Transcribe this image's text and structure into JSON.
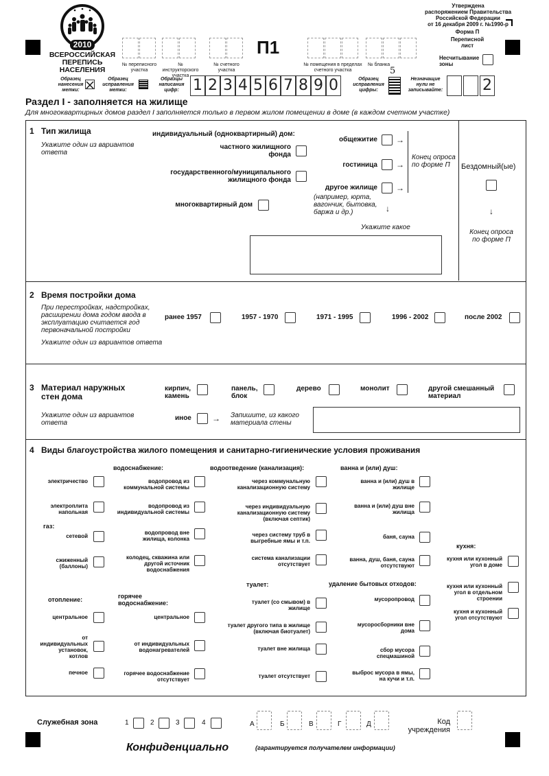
{
  "header": {
    "logo_year": "2010",
    "logo_text": "ВСЕРОССИЙСКАЯ\nПЕРЕПИСЬ НАСЕЛЕНИЯ",
    "approved": "Утверждена\nраспоряжением Правительства\nРоссийской Федерации\nот 16 декабря 2009 г. №1990-р",
    "form_name": "Форма П",
    "sheet_type": "Переписной\nлист",
    "form_code": "П1",
    "nonread_zone": "Несчитывание\nзоны",
    "fields": {
      "census_area": "№ переписного\nучастка",
      "instructor_area": "№ инструкторского\nучастка",
      "counting_area": "№ счетного\nучастка",
      "premises_number": "№ помещения в пределах\nсчетного участка",
      "form_number": "№ бланка"
    },
    "sample_mark": "Образец\nнанесения\nметки:",
    "sample_fix": "Образец\nисправления\nметки:",
    "sample_digits": "Образцы\nнаписания\nцифр:",
    "digits": [
      "1",
      "2",
      "3",
      "4",
      "5",
      "6",
      "7",
      "8",
      "9",
      "0"
    ],
    "sample_fix_digit": "Образец\nисправления\nцифры:",
    "fix_digit_value": "5",
    "leading_zeros": "Незначащие\nнули не\nзаписывайте:",
    "zero_example": "2"
  },
  "section": {
    "title": "Раздел I - заполняется на жилище",
    "note": "Для многоквартирных домов раздел I заполняется только в первом жилом помещении в доме (в каждом счетном участке)"
  },
  "q1": {
    "num": "1",
    "title": "Тип жилища",
    "hint": "Укажите один из вариантов\nответа",
    "individual_house": "индивидуальный (одноквартирный) дом:",
    "private": "частного жилищного\nфонда",
    "state": "государственного/муниципального\nжилищного фонда",
    "apartment": "многоквартирный дом",
    "dormitory": "общежитие",
    "hotel": "гостиница",
    "other": "другое жилище",
    "other_hint": "(например, юрта,\nвагончик, бытовка,\nбаржа и др.)",
    "end_survey": "Конец опроса\nпо форме П",
    "specify": "Укажите какое",
    "homeless": "Бездомный(ые)",
    "homeless_end": "Конец опроса\nпо форме П"
  },
  "q2": {
    "num": "2",
    "title": "Время постройки дома",
    "hint": "При перестройках, надстройках,\nрасширении дома годом ввода в\nэксплуатацию считается год\nпервоначальной постройки",
    "hint2": "Укажите один из вариантов ответа",
    "options": [
      "ранее 1957",
      "1957 - 1970",
      "1971 - 1995",
      "1996 - 2002",
      "после 2002"
    ]
  },
  "q3": {
    "num": "3",
    "title": "Материал наружных\nстен дома",
    "hint": "Укажите один из вариантов\nответа",
    "brick": "кирпич,\nкамень",
    "panel": "панель,\nблок",
    "wood": "дерево",
    "monolith": "монолит",
    "mixed": "другой смешанный\nматериал",
    "other": "иное",
    "write": "Запишите, из какого\nматериала стены"
  },
  "q4": {
    "num": "4",
    "title": "Виды благоустройства жилого помещения и санитарно-гигиенические условия проживания",
    "electricity": "электричество",
    "electric_stove": "электроплита\nнапольная",
    "gas": "газ:",
    "gas_network": "сетевой",
    "gas_liquid": "сжиженный\n(баллоны)",
    "heating": "отопление:",
    "heat_central": "центральное",
    "heat_individual": "от\nиндивидуальных\nустановок,\nкотлов",
    "heat_stove": "печное",
    "water": "водоснабжение:",
    "water_communal": "водопровод из\nкоммунальной системы",
    "water_individual": "водопровод из\nиндивидуальной системы",
    "water_outside": "водопровод вне\nжилища, колонка",
    "water_well": "колодец, скважина или\nдругой источник\nводоснабжения",
    "hot_water": "горячее\nводоснабжение:",
    "hot_central": "центральное",
    "hot_individual": "от индивидуальных\nводонагревателей",
    "hot_none": "горячее водоснабжение\nотсутствует",
    "sewer": "водоотведение (канализация):",
    "sewer_communal": "через коммунальную\nканализационную систему",
    "sewer_individual": "через индивидуальную\nканализационную систему\n(включая септик)",
    "sewer_pipes": "через систему труб в\nвыгребные ямы и т.п.",
    "sewer_none": "система канализации\nотсутствует",
    "toilet": "туалет:",
    "toilet_flush": "туалет (со смывом) в\nжилище",
    "toilet_other": "туалет другого типа в жилище\n(включая биотуалет)",
    "toilet_outside": "туалет вне жилища",
    "toilet_none": "туалет отсутствует",
    "bath": "ванна и (или) душ:",
    "bath_inside": "ванна и (или) душ в\nжилище",
    "bath_outside": "ванна и (или) душ вне\nжилища",
    "bath_sauna": "баня, сауна",
    "bath_none": "ванна, душ, баня, сауна\nотсутствуют",
    "waste": "удаление бытовых отходов:",
    "waste_chute": "мусоропровод",
    "waste_bins": "мусоросборники вне\nдома",
    "waste_special": "сбор мусора\nспецмашиной",
    "waste_pits": "выброс мусора в ямы,\nна кучи и т.п.",
    "kitchen": "кухня:",
    "kitchen_in": "кухня или кухонный\nугол в доме",
    "kitchen_separate": "кухня или кухонный\nугол в отдельном\nстроении",
    "kitchen_none": "кухня и кухонный\nугол отсутствуют"
  },
  "footer": {
    "service_zone": "Служебная зона",
    "nums": [
      "1",
      "2",
      "3",
      "4"
    ],
    "letters": [
      "А",
      "Б",
      "В",
      "Г",
      "Д"
    ],
    "institution_code": "Код\nучреждения",
    "confidential": "Конфиденциально",
    "guarantee": "(гарантируется получателем информации)"
  }
}
